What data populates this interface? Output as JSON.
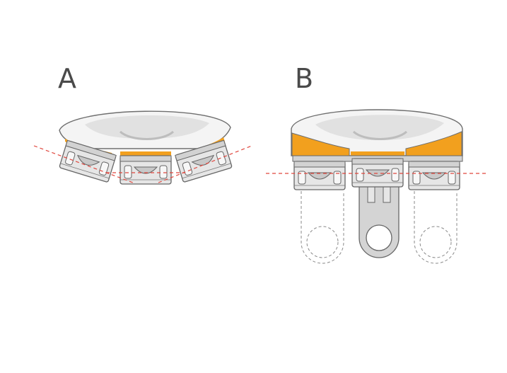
{
  "panels": [
    {
      "id": "A",
      "label": "A"
    },
    {
      "id": "B",
      "label": "B"
    }
  ],
  "colors": {
    "background": "#ffffff",
    "crown_fill": "#f4f4f4",
    "crown_outline": "#6e6e6e",
    "crown_shading": "#d6d6d6",
    "accent_orange": "#f2a01e",
    "unit_fill": "#e6e6e6",
    "unit_outline": "#666666",
    "insert_fill": "#c8c8c8",
    "dashed_line": "#e0473e",
    "ghost_outline": "#8a8a8a"
  }
}
